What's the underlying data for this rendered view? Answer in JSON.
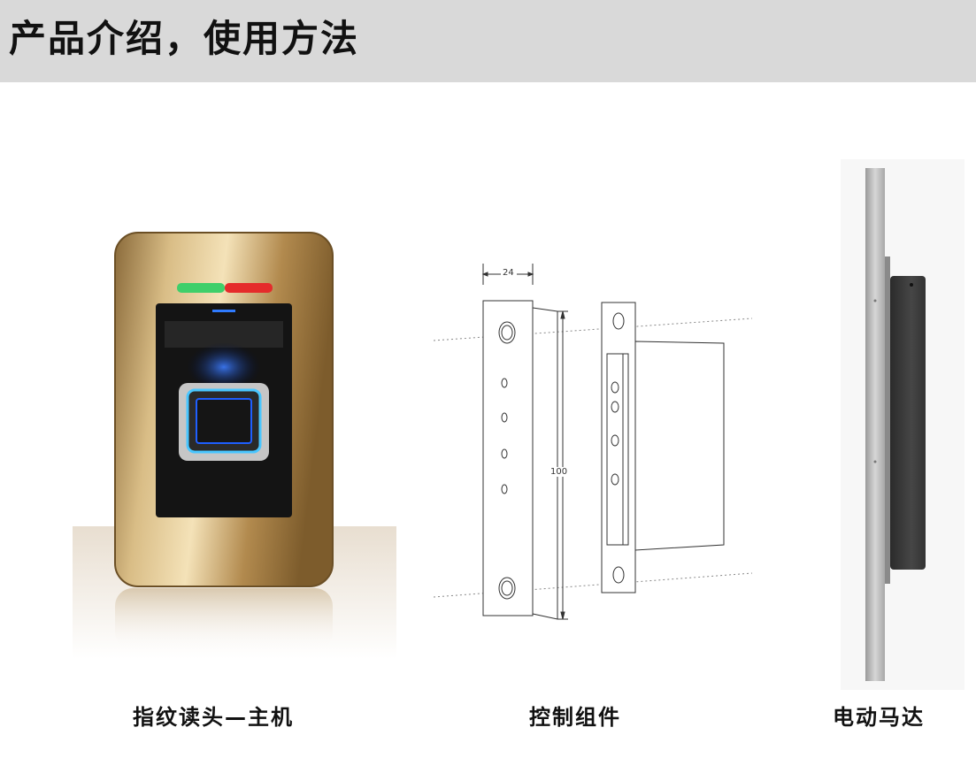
{
  "header": {
    "title": "产品介绍，使用方法"
  },
  "products": [
    {
      "caption": "指纹读头—主机"
    },
    {
      "caption": "控制组件"
    },
    {
      "caption": "电动马达"
    }
  ],
  "drawing": {
    "width_label": "24",
    "height_label": "100"
  },
  "colors": {
    "header_bg": "#d9d9d9",
    "gold": "#b8985c",
    "led_green": "#3fcf6a",
    "led_red": "#e52b2b",
    "glow_blue": "#2f7bff"
  }
}
